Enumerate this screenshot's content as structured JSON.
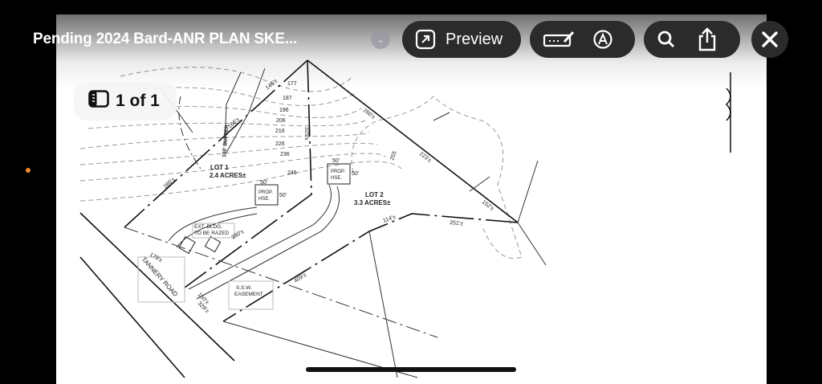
{
  "header": {
    "title": "Pending 2024 Bard-ANR PLAN SKE...",
    "preview_label": "Preview",
    "icons": [
      "chevron-down-icon",
      "open-external-icon",
      "markup-icon",
      "autofill-icon",
      "search-icon",
      "share-icon",
      "close-icon"
    ]
  },
  "page_indicator": {
    "label": "1 of 1",
    "icon": "sidebar-icon"
  },
  "plan": {
    "lot1": {
      "name": "LOT 1",
      "area": "2.4 ACRES±"
    },
    "lot2": {
      "name": "LOT 2",
      "area": "3.3 ACRES±"
    },
    "road": "TANNERY ROAD",
    "buffer": "100' BUFFER",
    "existing_building": [
      "EXT. BLDG.",
      "TO BE RAZED"
    ],
    "easement": [
      "S.S.W.",
      "EASEMENT"
    ],
    "house": [
      "PROP.",
      "HSE."
    ],
    "house_dim": "50'",
    "contours": [
      "177",
      "187",
      "196",
      "206",
      "216",
      "226",
      "236",
      "246",
      "255"
    ],
    "dimensions": {
      "d146": "146'±",
      "d166": "166'±",
      "d285": "285'±",
      "d325": "325'±",
      "d260": "260'±",
      "d223": "223'±",
      "d152": "152'±",
      "d251": "251'±",
      "d114": "114'±",
      "d409": "409'±",
      "d380": "380'±",
      "d179": "179'±",
      "d150": "150'±",
      "d329": "329'±"
    }
  },
  "colors": {
    "accent_dot": "#f08a2c",
    "toolbar": "#2b2b2b"
  }
}
